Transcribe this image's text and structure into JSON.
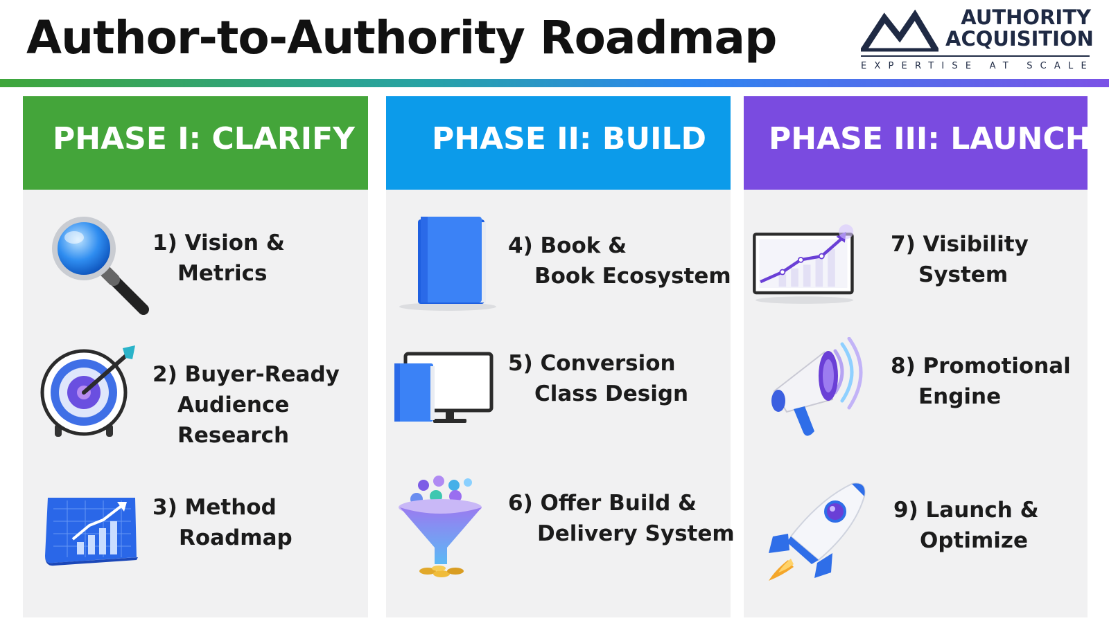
{
  "title": "Author-to-Authority Roadmap",
  "logo": {
    "name_line1": "AUTHORITY",
    "name_line2": "ACQUISITION",
    "tagline": "EXPERTISE AT SCALE"
  },
  "colors": {
    "phase1": "#44a53a",
    "phase2": "#0c9bea",
    "phase3": "#7a4be0",
    "panel": "#f1f1f2",
    "text": "#1b1b1b",
    "logo": "#1f2a44"
  },
  "phases": [
    {
      "title": "PHASE I: CLARIFY",
      "steps": [
        {
          "number": "1)",
          "line1": "Vision &",
          "line2": "Metrics",
          "line3": "",
          "icon": "magnifying-glass-icon"
        },
        {
          "number": "2)",
          "line1": "Buyer-Ready",
          "line2": "Audience",
          "line3": "Research",
          "icon": "target-arrow-icon"
        },
        {
          "number": "3)",
          "line1": "Method",
          "line2": "Roadmap",
          "line3": "",
          "icon": "blueprint-chart-icon"
        }
      ]
    },
    {
      "title": "PHASE II: BUILD",
      "steps": [
        {
          "number": "4)",
          "line1": "Book &",
          "line2": "Book Ecosystem",
          "line3": "",
          "icon": "book-icon"
        },
        {
          "number": "5)",
          "line1": "Conversion",
          "line2": "Class Design",
          "line3": "",
          "icon": "book-monitor-icon"
        },
        {
          "number": "6)",
          "line1": "Offer Build &",
          "line2": "Delivery System",
          "line3": "",
          "icon": "sales-funnel-icon"
        }
      ]
    },
    {
      "title": "PHASE III: LAUNCH",
      "steps": [
        {
          "number": "7)",
          "line1": "Visibility",
          "line2": "System",
          "line3": "",
          "icon": "growth-chart-icon"
        },
        {
          "number": "8)",
          "line1": "Promotional",
          "line2": "Engine",
          "line3": "",
          "icon": "megaphone-icon"
        },
        {
          "number": "9)",
          "line1": "Launch &",
          "line2": "Optimize",
          "line3": "",
          "icon": "rocket-icon"
        }
      ]
    }
  ]
}
